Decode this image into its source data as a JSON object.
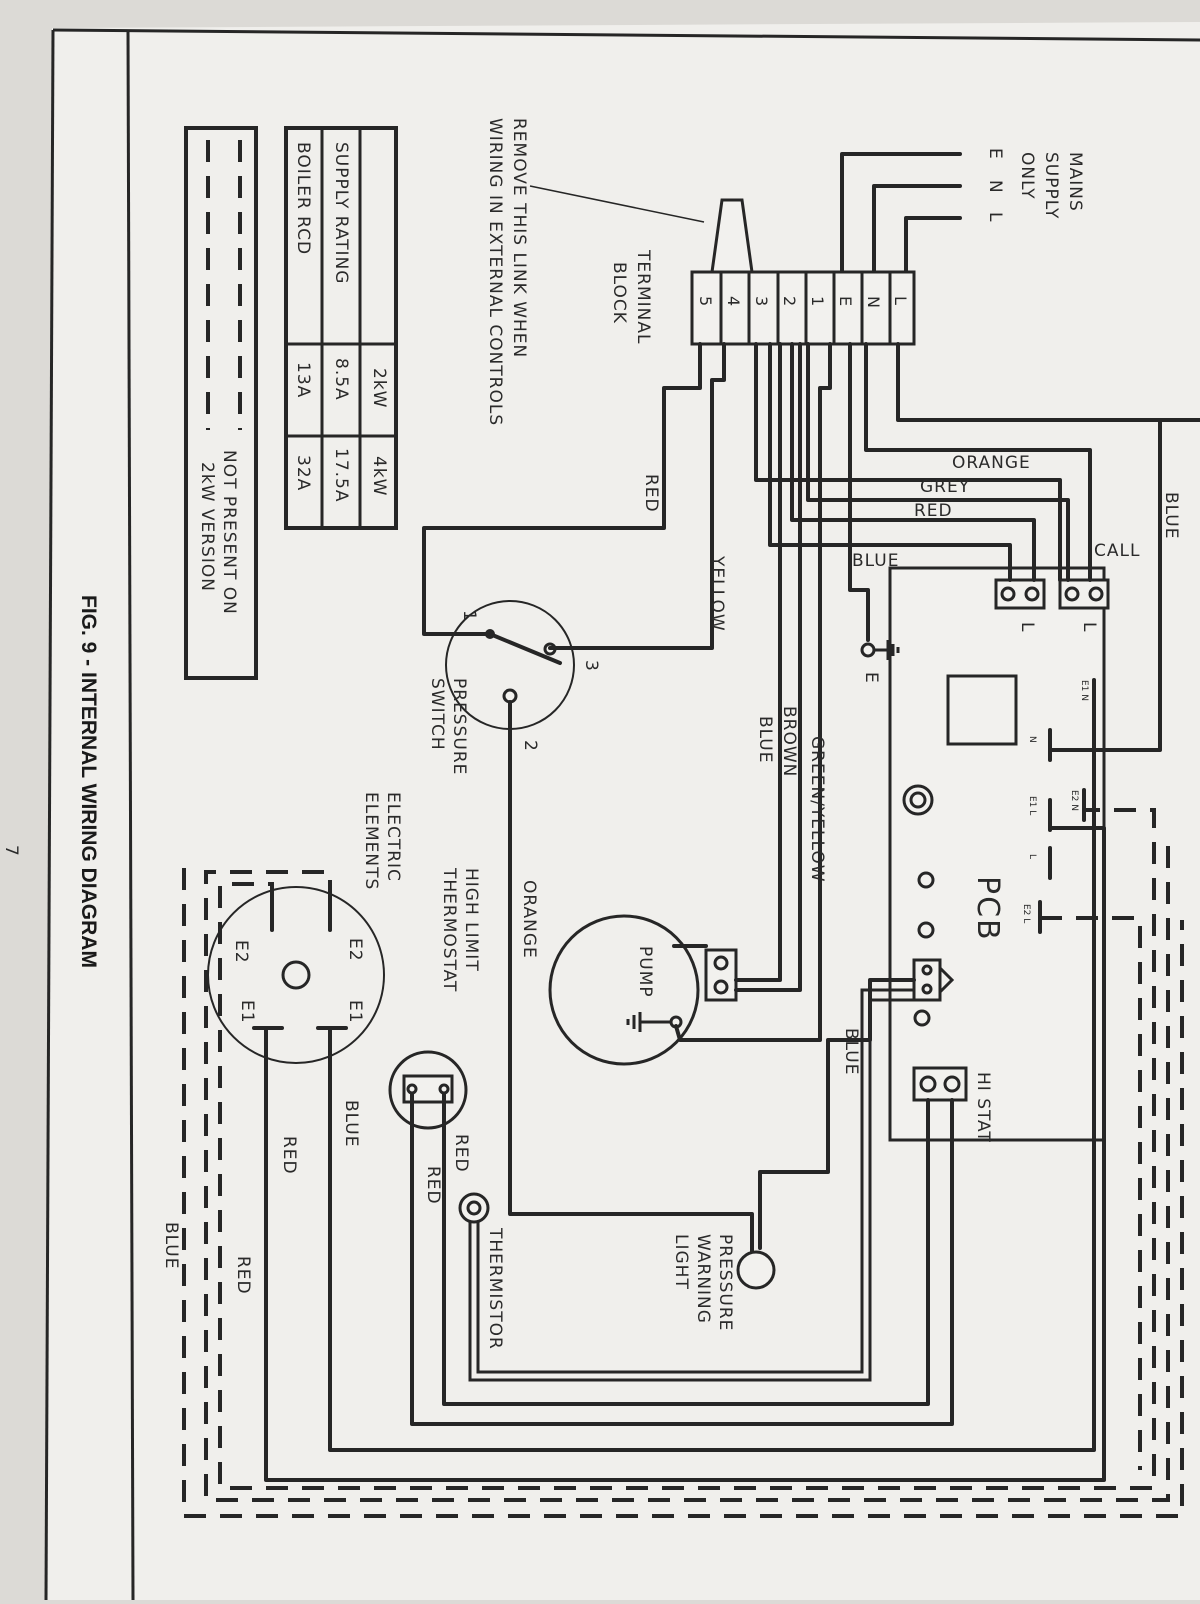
{
  "figure_title": "FIG. 9 - INTERNAL WIRING DIAGRAM",
  "page_number": "7",
  "mains": {
    "line1": "MAINS",
    "line2": "SUPPLY",
    "line3": "ONLY",
    "e": "E",
    "n": "N",
    "l": "L"
  },
  "terminal_block": {
    "label1": "TERMINAL",
    "label2": "BLOCK",
    "terminals": [
      "L",
      "N",
      "E",
      "1",
      "2",
      "3",
      "4",
      "5"
    ]
  },
  "link_note": {
    "line1": "REMOVE THIS LINK WHEN",
    "line2": "WIRING IN EXTERNAL CONTROLS"
  },
  "rating_table": {
    "headers": [
      "2kW",
      "4kW"
    ],
    "rows": [
      {
        "label": "SUPPLY RATING",
        "values": [
          "8.5A",
          "17.5A"
        ]
      },
      {
        "label": "BOILER RCD",
        "values": [
          "13A",
          "32A"
        ]
      }
    ]
  },
  "legend": {
    "line1": "NOT PRESENT ON",
    "line2": "2kW VERSION"
  },
  "wire_labels": {
    "orange": "ORANGE",
    "grey": "GREY",
    "red": "RED",
    "blue": "BLUE",
    "yellow": "YELLOW",
    "brown": "BROWN",
    "green_yellow": "GREEN/YELLOW",
    "call": "CALL"
  },
  "components": {
    "pcb": "PCB",
    "hi_stat": "HI STAT",
    "pump": "PUMP",
    "pressure_switch": {
      "line1": "PRESSURE",
      "line2": "SWITCH",
      "t1": "1",
      "t2": "2",
      "t3": "3"
    },
    "earth": "E",
    "high_limit": {
      "line1": "HIGH LIMIT",
      "line2": "THERMOSTAT"
    },
    "elements": {
      "line1": "ELECTRIC",
      "line2": "ELEMENTS",
      "e1": "E1",
      "e2": "E2"
    },
    "thermistor": "THERMISTOR",
    "warning_light": {
      "line1": "PRESSURE",
      "line2": "WARNING",
      "line3": "LIGHT"
    },
    "pcb_terms": {
      "e1n": "E1 N",
      "n": "N",
      "e1l": "E1 L",
      "e2n": "E2 N",
      "l": "L",
      "e2l": "E2 L",
      "ll": "L"
    }
  }
}
